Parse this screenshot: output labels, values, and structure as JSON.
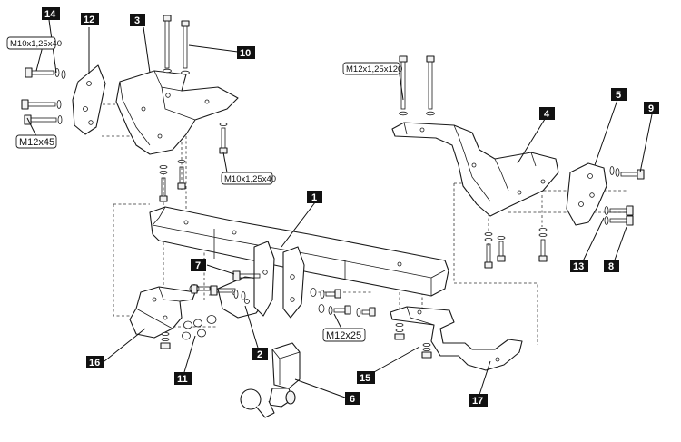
{
  "part_numbers": [
    "1",
    "2",
    "3",
    "4",
    "5",
    "6",
    "7",
    "8",
    "9",
    "10",
    "11",
    "12",
    "13",
    "14",
    "15",
    "16",
    "17"
  ],
  "bolt_specs": {
    "m10_top": "M10x1,25x40",
    "m10_mid": "M10x1,25x40",
    "m12_long": "M12x1,25x120",
    "m12_left": "M12x45",
    "m12_center": "M12x25"
  },
  "colors": {
    "line": "#1a1a1a",
    "label_bg": "#111111",
    "label_text": "#ffffff"
  }
}
